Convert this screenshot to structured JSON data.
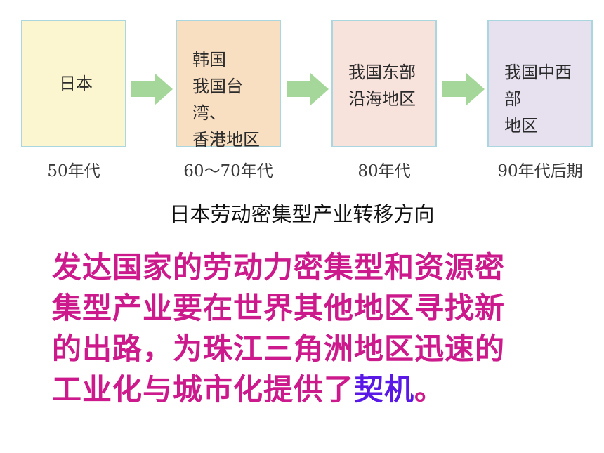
{
  "stages": [
    {
      "lines": [
        "日本"
      ],
      "period": "50年代"
    },
    {
      "lines": [
        "韩国",
        "我国台湾、",
        "香港地区"
      ],
      "period": "60～70年代"
    },
    {
      "lines": [
        "我国东部",
        "沿海地区"
      ],
      "period": "80年代"
    },
    {
      "lines": [
        "我国中西部",
        "地区"
      ],
      "period": "90年代后期"
    }
  ],
  "caption": "日本劳动密集型产业转移方向",
  "paragraph": {
    "lines": [
      "发达国家的劳动力密集型和资源密",
      "集型产业要在世界其他地区寻找新",
      "的出路，为珠江三角洲地区迅速的"
    ],
    "last_line_before": "工业化与城市化提供了",
    "highlight": "契机",
    "last_line_after": "。"
  },
  "colors": {
    "paragraph_text": "#cc1a8c",
    "highlight_text": "#5a18e6",
    "arrow": "#a6d79a",
    "box_border": "#a9d6df"
  }
}
